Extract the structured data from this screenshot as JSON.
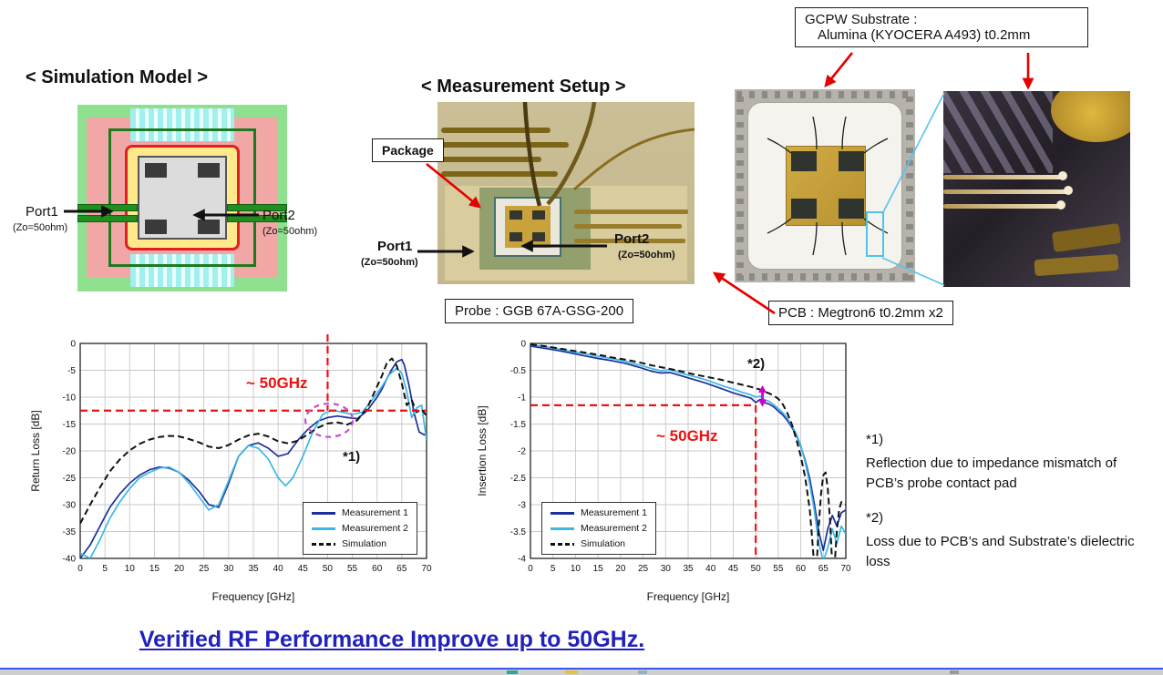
{
  "page": {
    "footer": "Verified RF Performance Improve up to 50GHz."
  },
  "callouts": {
    "gcpw_line1": "GCPW Substrate :",
    "gcpw_line2": "Alumina (KYOCERA A493) t0.2mm",
    "package": "Package",
    "probe": "Probe : GGB  67A-GSG-200",
    "pcb": "PCB : Megtron6 t0.2mm x2"
  },
  "simulation": {
    "heading": "< Simulation Model >",
    "port1": "Port1",
    "port1_z": "(Zo=50ohm)",
    "port2": "Port2",
    "port2_z": "(Zo=50ohm)"
  },
  "measurement": {
    "heading": "< Measurement Setup >",
    "port1": "Port1",
    "port1_z": "(Zo=50ohm)",
    "port2": "Port2",
    "port2_z": "(Zo=50ohm)"
  },
  "notes": {
    "n1_title": "*1)",
    "n1_text": "Reflection due to impedance mismatch of PCB’s probe contact pad",
    "n2_title": "*2)",
    "n2_text": "Loss due to PCB’s and Substrate’s dielectric loss"
  },
  "colors": {
    "annotation_red": "#ee1111",
    "arrow_red": "#e60000",
    "footer_blue": "#2222bb",
    "measurement1_blue": "#1b2f9c",
    "measurement2_cyan": "#3db7e4",
    "simulation_black": "#111111",
    "ellipse_purple": "#c44fd0",
    "arrow_magenta": "#cc00cc",
    "connector_cyan": "#56c3ef"
  },
  "chart_data": [
    {
      "type": "line",
      "title": "",
      "xlabel": "Frequency [GHz]",
      "ylabel": "Return Loss [dB]",
      "xlim": [
        0,
        70
      ],
      "ylim": [
        -40,
        0
      ],
      "xticks": [
        0,
        5,
        10,
        15,
        20,
        25,
        30,
        35,
        40,
        45,
        50,
        55,
        60,
        65,
        70
      ],
      "yticks": [
        0,
        -5,
        -10,
        -15,
        -20,
        -25,
        -30,
        -35,
        -40
      ],
      "grid": true,
      "legend_position": "bottom-right",
      "annotation_label": "~ 50GHz",
      "note_label": "*1)",
      "series": [
        {
          "name": "Measurement 1",
          "color": "#1b2f9c",
          "dash": null,
          "width": 1.7,
          "x": [
            0,
            2,
            4,
            6,
            8,
            10,
            12,
            14,
            16,
            18,
            20,
            22,
            24,
            26,
            28,
            30,
            32,
            34,
            36,
            38,
            40,
            42,
            44,
            46,
            48,
            50,
            52,
            54,
            56,
            58,
            60,
            61,
            62,
            63,
            64,
            65,
            65.5,
            66.5,
            67.5,
            68.5,
            69.5,
            70
          ],
          "y": [
            -40,
            -37.5,
            -34,
            -30.5,
            -28,
            -26,
            -24.5,
            -23.5,
            -23,
            -23.2,
            -24,
            -25.5,
            -27.5,
            -30,
            -30.5,
            -26,
            -21,
            -19,
            -18.5,
            -19.5,
            -21,
            -20.5,
            -18,
            -16,
            -14.5,
            -13.8,
            -13.5,
            -13.8,
            -14,
            -12.5,
            -10,
            -8.5,
            -6.5,
            -4.8,
            -3.4,
            -3.0,
            -4.0,
            -8.0,
            -13.0,
            -16.5,
            -17.0,
            -16.8
          ]
        },
        {
          "name": "Measurement 2",
          "color": "#3db7e4",
          "dash": null,
          "width": 1.7,
          "x": [
            0,
            2,
            4,
            6,
            8,
            10,
            12,
            14,
            16,
            18,
            20,
            22,
            24,
            26,
            28,
            30,
            32,
            34,
            36,
            38,
            40,
            41.5,
            43,
            45,
            47,
            49,
            51,
            53,
            55,
            57,
            59,
            61,
            62.5,
            64,
            65,
            66,
            67,
            68,
            69,
            70
          ],
          "y": [
            -39,
            -40,
            -36.5,
            -32.5,
            -29.5,
            -27,
            -25,
            -24,
            -23.2,
            -23,
            -24,
            -26,
            -28.5,
            -31,
            -30,
            -25.5,
            -21,
            -19,
            -19.5,
            -21.5,
            -25,
            -26.5,
            -25,
            -21,
            -16.5,
            -13.2,
            -12.4,
            -12.8,
            -13.2,
            -12.8,
            -10.5,
            -8,
            -5.8,
            -4.6,
            -5.6,
            -9,
            -13.8,
            -12,
            -11.5,
            -18
          ]
        },
        {
          "name": "Simulation",
          "color": "#111111",
          "dash": "7,4",
          "width": 2,
          "x": [
            0,
            2,
            4,
            6,
            8,
            10,
            12,
            14,
            16,
            18,
            20,
            22,
            24,
            26,
            28,
            30,
            32,
            34,
            36,
            38,
            40,
            42,
            44,
            46,
            48,
            50,
            52,
            54,
            56,
            58,
            60,
            61,
            62,
            63,
            64,
            65,
            66,
            67,
            68,
            69,
            70
          ],
          "y": [
            -33.5,
            -30,
            -26.8,
            -23.8,
            -21.6,
            -19.9,
            -18.7,
            -17.9,
            -17.4,
            -17.2,
            -17.3,
            -17.8,
            -18.4,
            -19.2,
            -19.5,
            -18.9,
            -17.9,
            -17.1,
            -16.8,
            -17.3,
            -18.2,
            -18.6,
            -18.1,
            -16.9,
            -15.7,
            -14.9,
            -14.7,
            -15.1,
            -14.3,
            -12.0,
            -8.0,
            -6.0,
            -3.6,
            -2.8,
            -4.2,
            -7.5,
            -11.5,
            -10.5,
            -12.8,
            -12.2,
            -13.5
          ]
        }
      ],
      "annotations": [
        {
          "type": "hline",
          "y": -12.5,
          "x1": 0,
          "x2": 70,
          "color": "#ee1111"
        },
        {
          "type": "vline",
          "x": 50,
          "y1": null,
          "y2": -12.5,
          "color": "#ee1111"
        },
        {
          "type": "ellipse",
          "cx": 50.3,
          "cy": -14.3,
          "rx": 4.8,
          "ry": 3.1,
          "color": "#c44fd0"
        }
      ]
    },
    {
      "type": "line",
      "title": "",
      "xlabel": "Frequency [GHz]",
      "ylabel": "Insertion Loss [dB]",
      "xlim": [
        0,
        70
      ],
      "ylim": [
        -4,
        0
      ],
      "xticks": [
        0,
        5,
        10,
        15,
        20,
        25,
        30,
        35,
        40,
        45,
        50,
        55,
        60,
        65,
        70
      ],
      "yticks": [
        0,
        -0.5,
        -1,
        -1.5,
        -2,
        -2.5,
        -3,
        -3.5,
        -4
      ],
      "grid": true,
      "legend_position": "bottom-left",
      "annotation_label": "~ 50GHz",
      "note_label": "*2)",
      "series": [
        {
          "name": "Measurement 1",
          "color": "#1b2f9c",
          "dash": null,
          "width": 1.7,
          "x": [
            0,
            3,
            6,
            9,
            12,
            15,
            18,
            21,
            24,
            27,
            29,
            31,
            33,
            35,
            37,
            39,
            41,
            43,
            45,
            47,
            49,
            50,
            51,
            52,
            53,
            54,
            55,
            56,
            57,
            58,
            59,
            60,
            61,
            62,
            63,
            64,
            65,
            66,
            67,
            68,
            69,
            70
          ],
          "y": [
            -0.05,
            -0.09,
            -0.13,
            -0.18,
            -0.23,
            -0.28,
            -0.32,
            -0.37,
            -0.44,
            -0.52,
            -0.55,
            -0.54,
            -0.59,
            -0.64,
            -0.69,
            -0.74,
            -0.8,
            -0.86,
            -0.92,
            -0.97,
            -1.02,
            -1.1,
            -1.04,
            -1.1,
            -1.13,
            -1.18,
            -1.26,
            -1.33,
            -1.43,
            -1.56,
            -1.7,
            -1.92,
            -2.18,
            -2.52,
            -2.98,
            -3.5,
            -3.85,
            -3.45,
            -3.2,
            -3.4,
            -3.15,
            -3.1
          ]
        },
        {
          "name": "Measurement 2",
          "color": "#3db7e4",
          "dash": null,
          "width": 1.7,
          "x": [
            0,
            3,
            6,
            9,
            12,
            15,
            18,
            21,
            24,
            27,
            29,
            31,
            33,
            35,
            37,
            39,
            41,
            43,
            45,
            47,
            49,
            50,
            51,
            52,
            53,
            54,
            55,
            56,
            57,
            58,
            59,
            60,
            61,
            62,
            63,
            64,
            65,
            66,
            67,
            68,
            69,
            70
          ],
          "y": [
            -0.03,
            -0.06,
            -0.1,
            -0.15,
            -0.19,
            -0.24,
            -0.28,
            -0.33,
            -0.4,
            -0.47,
            -0.51,
            -0.49,
            -0.54,
            -0.59,
            -0.63,
            -0.68,
            -0.74,
            -0.8,
            -0.85,
            -0.91,
            -0.96,
            -1.0,
            -0.98,
            -1.05,
            -1.08,
            -1.14,
            -1.21,
            -1.29,
            -1.39,
            -1.53,
            -1.68,
            -1.9,
            -2.22,
            -2.62,
            -3.1,
            -3.72,
            -4.05,
            -3.8,
            -3.45,
            -3.72,
            -3.4,
            -3.55
          ]
        },
        {
          "name": "Simulation",
          "color": "#111111",
          "dash": "7,4",
          "width": 2,
          "x": [
            0,
            3,
            6,
            9,
            12,
            15,
            18,
            21,
            24,
            27,
            30,
            33,
            36,
            39,
            42,
            45,
            47,
            49,
            51,
            53,
            54,
            55,
            56,
            57,
            58,
            59,
            60,
            61,
            62,
            62.5,
            63,
            63.5,
            64,
            64.5,
            65,
            65.5,
            66,
            66.5,
            67,
            67.5,
            68,
            68.5,
            69,
            70
          ],
          "y": [
            -0.02,
            -0.05,
            -0.09,
            -0.13,
            -0.17,
            -0.21,
            -0.26,
            -0.3,
            -0.35,
            -0.41,
            -0.46,
            -0.51,
            -0.57,
            -0.62,
            -0.67,
            -0.73,
            -0.77,
            -0.81,
            -0.86,
            -0.93,
            -0.97,
            -1.03,
            -1.13,
            -1.29,
            -1.5,
            -1.78,
            -2.1,
            -2.5,
            -3.1,
            -3.6,
            -4.15,
            -4.15,
            -3.4,
            -2.8,
            -2.45,
            -2.4,
            -2.7,
            -3.3,
            -4.15,
            -4.15,
            -3.5,
            -3.1,
            -2.95,
            -3.0
          ]
        }
      ],
      "annotations": [
        {
          "type": "hline",
          "y": -1.15,
          "x1": 0,
          "x2": 50,
          "color": "#ee1111"
        },
        {
          "type": "vline",
          "x": 50,
          "y1": -1.15,
          "y2": -4,
          "color": "#ee1111"
        },
        {
          "type": "arrow",
          "x": 51.5,
          "y1": -0.78,
          "y2": -1.18,
          "color": "#cc00cc"
        }
      ]
    }
  ]
}
